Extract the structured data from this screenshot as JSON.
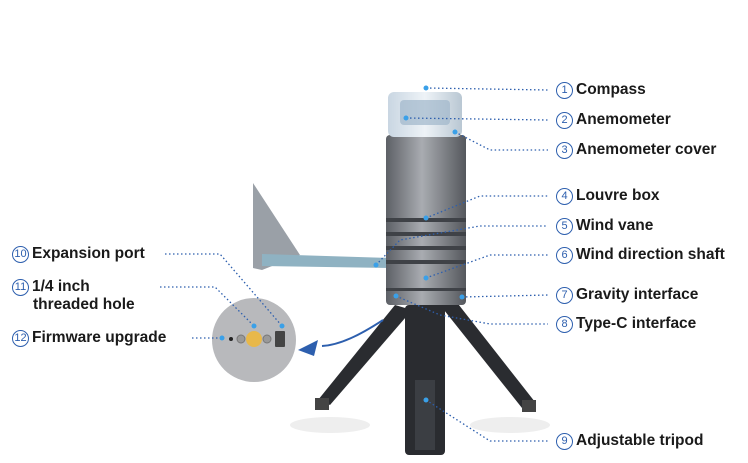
{
  "right_labels": [
    {
      "num": "1",
      "text": "Compass"
    },
    {
      "num": "2",
      "text": "Anemometer"
    },
    {
      "num": "3",
      "text": "Anemometer cover"
    },
    {
      "num": "4",
      "text": "Louvre box"
    },
    {
      "num": "5",
      "text": "Wind vane"
    },
    {
      "num": "6",
      "text": "Wind direction shaft"
    },
    {
      "num": "7",
      "text": "Gravity interface"
    },
    {
      "num": "8",
      "text": "Type-C interface"
    },
    {
      "num": "9",
      "text": "Adjustable tripod"
    }
  ],
  "left_labels": [
    {
      "num": "10",
      "text": "Expansion port"
    },
    {
      "num": "11",
      "text": "1/4 inch",
      "text2": "threaded hole"
    },
    {
      "num": "12",
      "text": "Firmware upgrade"
    }
  ],
  "colors": {
    "accent": "#2d5fae",
    "body": "#8a8d92",
    "leader": "#2d5fae"
  }
}
